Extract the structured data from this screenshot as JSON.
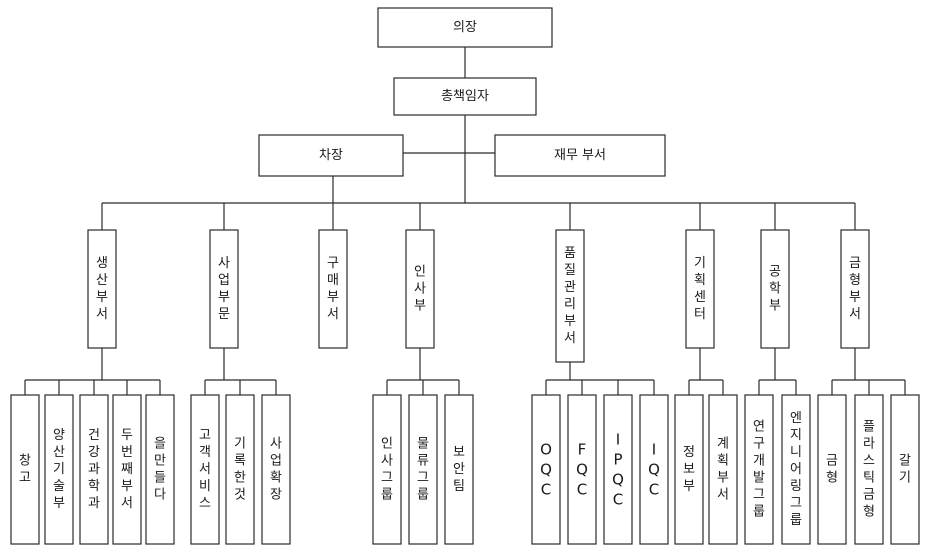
{
  "top": {
    "chairman": "의장",
    "ceo": "총책임자",
    "vp": "차장",
    "finance": "재무 부서"
  },
  "departments": [
    {
      "id": "production",
      "name": "생산부서",
      "groups": [
        "창고",
        "양산기술부",
        "건강과학과",
        "두번째부서",
        "을만들다"
      ]
    },
    {
      "id": "business",
      "name": "사업부문",
      "groups": [
        "고객서비스",
        "기록한것",
        "사업확장"
      ]
    },
    {
      "id": "purchasing",
      "name": "구매부서",
      "groups": []
    },
    {
      "id": "hr",
      "name": "인사부",
      "groups": [
        "인사그룹",
        "물류그룹",
        "보안팀"
      ]
    },
    {
      "id": "quality",
      "name": "품질관리부서",
      "groups": [
        "OQC",
        "FQC",
        "IPQC",
        "IQC"
      ]
    },
    {
      "id": "planning",
      "name": "기획센터",
      "groups": [
        "정보부",
        "계획부서"
      ]
    },
    {
      "id": "engineering",
      "name": "공학부",
      "groups": [
        "연구개발그룹",
        "엔지니어링그룹"
      ]
    },
    {
      "id": "mold",
      "name": "금형부서",
      "groups": [
        "금형",
        "플라스틱금형",
        "갈기"
      ]
    }
  ]
}
